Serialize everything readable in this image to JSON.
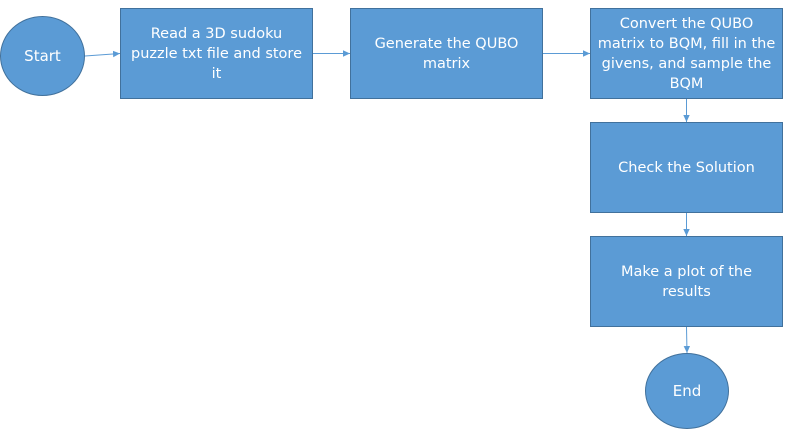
{
  "colors": {
    "node_fill": "#5b9bd5",
    "node_border": "#41719c",
    "connector": "#5b9bd5",
    "text": "#ffffff"
  },
  "flowchart": {
    "nodes": [
      {
        "id": "start",
        "shape": "ellipse",
        "label": "Start"
      },
      {
        "id": "read",
        "shape": "rectangle",
        "label": "Read a 3D sudoku puzzle txt file and store it"
      },
      {
        "id": "generate",
        "shape": "rectangle",
        "label": "Generate the QUBO matrix"
      },
      {
        "id": "convert",
        "shape": "rectangle",
        "label": "Convert the QUBO matrix to BQM, fill in the givens, and sample the BQM"
      },
      {
        "id": "check",
        "shape": "rectangle",
        "label": "Check the Solution"
      },
      {
        "id": "plot",
        "shape": "rectangle",
        "label": "Make a plot of the results"
      },
      {
        "id": "end",
        "shape": "ellipse",
        "label": "End"
      }
    ],
    "edges": [
      {
        "from": "start",
        "to": "read"
      },
      {
        "from": "read",
        "to": "generate"
      },
      {
        "from": "generate",
        "to": "convert"
      },
      {
        "from": "convert",
        "to": "check"
      },
      {
        "from": "check",
        "to": "plot"
      },
      {
        "from": "plot",
        "to": "end"
      }
    ]
  }
}
